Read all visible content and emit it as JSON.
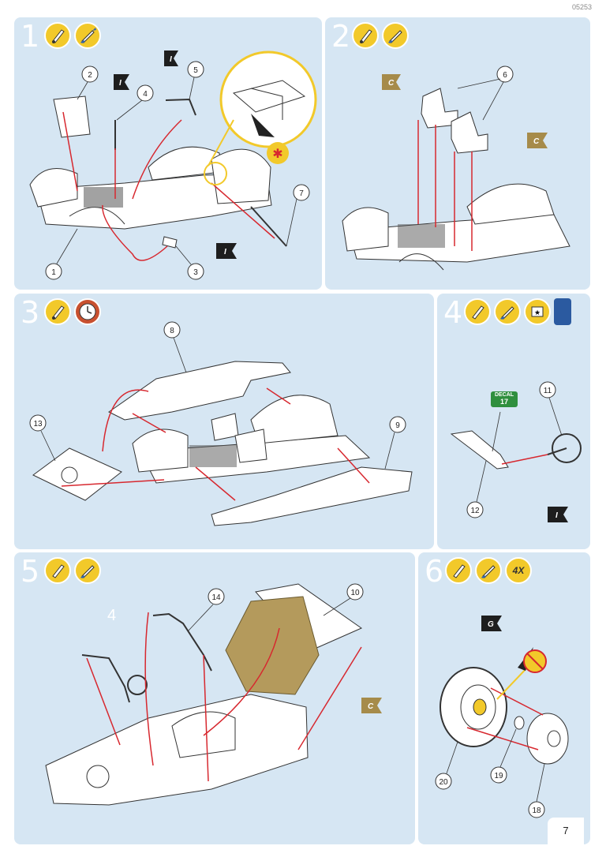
{
  "catalog_code": "05253",
  "page_number": "7",
  "steps": [
    {
      "number": "1",
      "icons": [
        "glue-icon",
        "paint-icon"
      ]
    },
    {
      "number": "2",
      "icons": [
        "glue-icon",
        "paint-icon"
      ]
    },
    {
      "number": "3",
      "icons": [
        "glue-icon",
        "clock-icon"
      ]
    },
    {
      "number": "4",
      "icons": [
        "glue-icon",
        "paint-icon",
        "decal-icon",
        "decal-medium-icon"
      ]
    },
    {
      "number": "5",
      "icons": [
        "glue-icon",
        "paint-icon"
      ]
    },
    {
      "number": "6",
      "icons": [
        "glue-icon",
        "paint-icon",
        "repeat-icon"
      ]
    }
  ],
  "step6_repeat": "4X",
  "decal_label": "DECAL",
  "decal_number": "17",
  "faded_label": "4",
  "colors": {
    "panel": "#d6e6f3",
    "icon_yellow": "#f2c92a",
    "arrow_red": "#d7282f",
    "flag_black": "#1e1e1e",
    "flag_gold": "#a68b4a",
    "seat_tan": "#b49a5c"
  },
  "part_numbers": {
    "step1": [
      "1",
      "2",
      "3",
      "4",
      "5",
      "7"
    ],
    "step2": [
      "6"
    ],
    "step3": [
      "8",
      "9",
      "13"
    ],
    "step4": [
      "11",
      "12"
    ],
    "step5": [
      "10",
      "14"
    ],
    "step6": [
      "18",
      "19",
      "20"
    ]
  },
  "flags": {
    "step1": [
      "I",
      "I",
      "I"
    ],
    "step2": [
      "C",
      "C"
    ],
    "step4": [
      "I"
    ],
    "step5": [
      "C"
    ],
    "step6": [
      "G"
    ]
  }
}
